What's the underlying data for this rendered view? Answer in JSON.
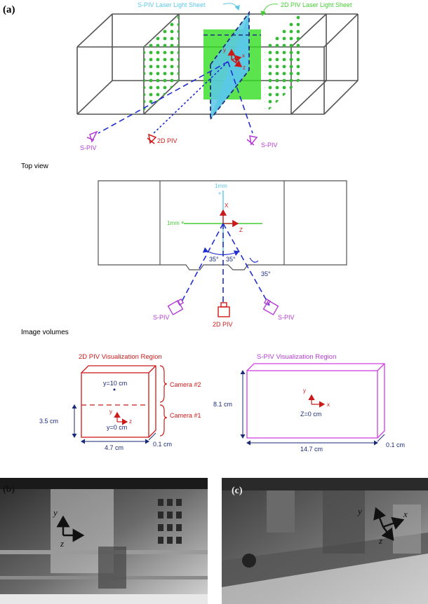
{
  "panel_a": {
    "label": "(a)",
    "sheets": {
      "spiv": "S-PIV Laser Light Sheet",
      "piv2d": "2D PIV Laser Light Sheet"
    },
    "cameras": {
      "spiv_left": "S-PIV",
      "piv2d": "2D PIV",
      "spiv_right": "S-PIV"
    },
    "axes": {
      "y": "y",
      "x": "x",
      "z": "z"
    }
  },
  "top_view": {
    "heading": "Top view",
    "sheet_1mm_top": "1mm",
    "sheet_1mm_left": "1mm",
    "axis_x": "X",
    "axis_z": "Z",
    "angle_left": "35°",
    "angle_right": "35°",
    "angle_out": "35°",
    "camera_spiv_left": "S-PIV",
    "camera_2dpiv": "2D PIV",
    "camera_spiv_right": "S-PIV"
  },
  "image_volumes": {
    "heading": "Image volumes",
    "piv2d": {
      "title": "2D PIV Visualization Region",
      "y_top": "y=10 cm",
      "y_bottom": "y=0 cm",
      "camera2": "Camera #2",
      "camera1": "Camera #1",
      "height": "3.5 cm",
      "width": "4.7 cm",
      "depth": "0.1 cm",
      "axis_y": "y",
      "axis_z": "z"
    },
    "spiv": {
      "title": "S-PIV Visualization Region",
      "origin": "Z=0 cm",
      "height": "8.1 cm",
      "width": "14.7 cm",
      "depth": "0.1 cm",
      "axis_y": "y",
      "axis_x": "x"
    }
  },
  "photos": {
    "b": {
      "label": "(b)",
      "axis_y": "y",
      "axis_z": "z"
    },
    "c": {
      "label": "(c)",
      "axis_y": "y",
      "axis_x": "x",
      "axis_z": "z"
    }
  },
  "colors": {
    "spiv_sheet": "#5bc8e6",
    "piv2d_sheet": "#33dd22",
    "spiv_purple": "#b43cd2",
    "piv2d_red": "#cc1a1a",
    "camera_blue": "#1f2fcf",
    "dark_blue": "#1a2a7a",
    "dots_green": "#33bb33"
  }
}
